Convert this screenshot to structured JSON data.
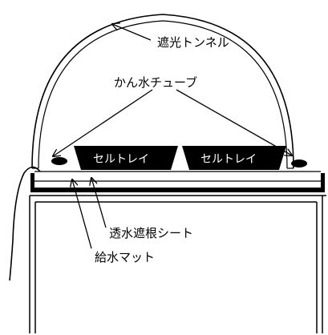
{
  "labels": {
    "shade_tunnel": "遮光トンネル",
    "irrigation_tube": "かん水チューブ",
    "cell_tray_left": "セルトレイ",
    "cell_tray_right": "セルトレイ",
    "root_barrier_sheet": "透水遮根シート",
    "water_mat": "給水マット"
  },
  "colors": {
    "line": "#000000",
    "fill_dark": "#000000",
    "background": "#ffffff"
  }
}
